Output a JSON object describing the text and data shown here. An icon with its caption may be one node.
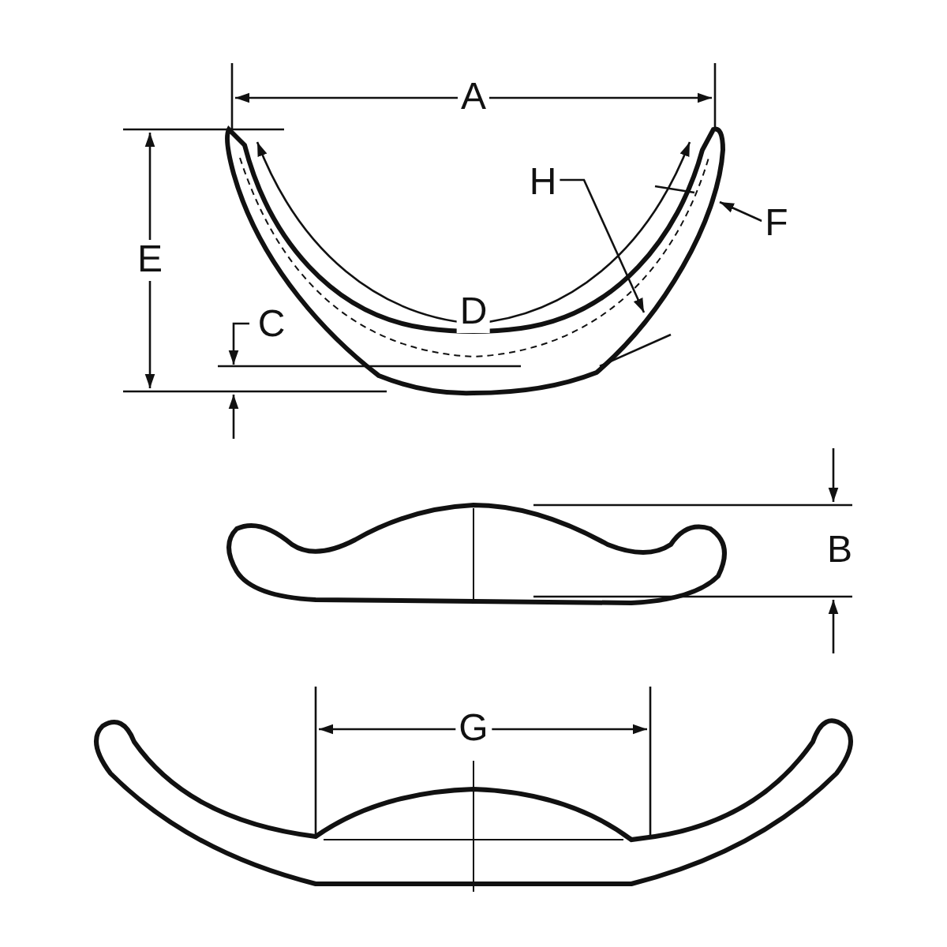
{
  "diagram": {
    "nodes": [
      {
        "text": [
          "H"
        ]
      },
      {
        "text": [
          "F"
        ]
      }
    ],
    "edges": [
      {
        "from": 0,
        "to": null,
        "arrow": "to"
      },
      {
        "from": 1,
        "to": null,
        "arrow": "to"
      }
    ],
    "labels": [
      "A",
      "E",
      "C",
      "D",
      "B",
      "G"
    ]
  }
}
